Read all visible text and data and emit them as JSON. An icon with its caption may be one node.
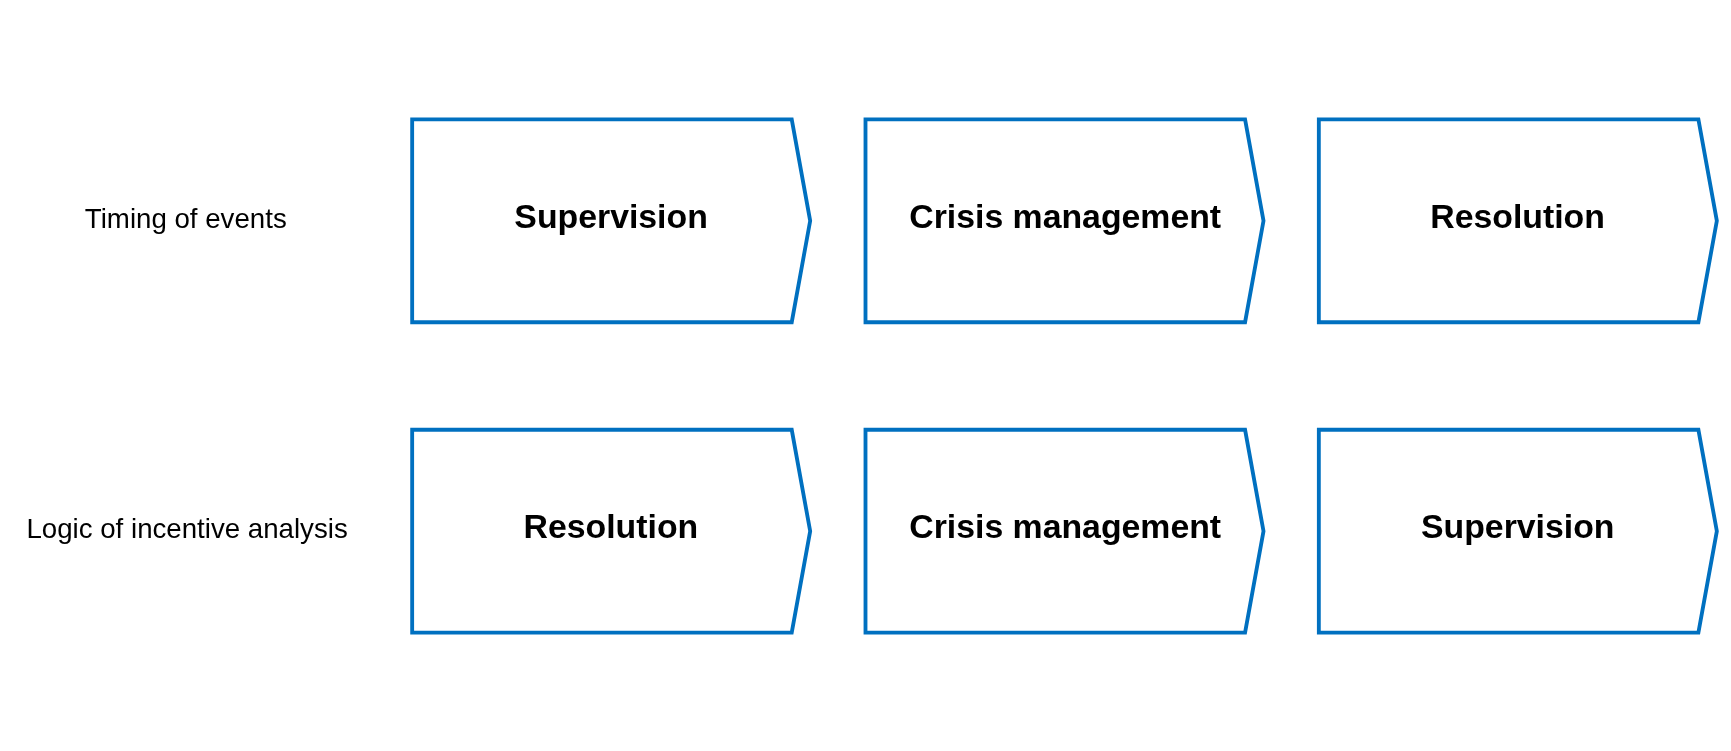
{
  "diagram": {
    "nodes": [
      {
        "text": [
          "Supervision"
        ]
      },
      {
        "text": [
          "Crisis management"
        ]
      },
      {
        "text": [
          "Resolution"
        ]
      },
      {
        "text": [
          "Resolution"
        ]
      },
      {
        "text": [
          "Crisis management"
        ]
      },
      {
        "text": [
          "Supervision"
        ]
      }
    ],
    "labels": [
      "Timing of events",
      "Logic of incentive analysis"
    ]
  }
}
